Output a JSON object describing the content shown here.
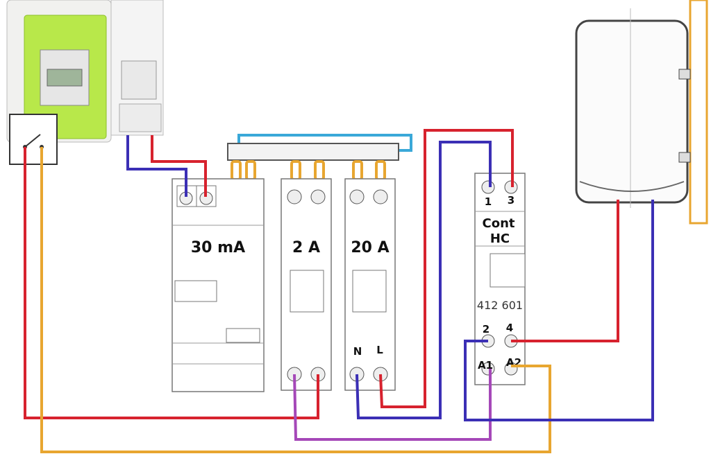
{
  "rcd": {
    "label": "30 mA"
  },
  "breaker_2a": {
    "label": "2 A"
  },
  "breaker_20a": {
    "label": "20 A",
    "terminal_n": "N",
    "terminal_l": "L"
  },
  "contactor": {
    "title_line1": "Cont",
    "title_line2": "HC",
    "reference": "412 601",
    "terminals": {
      "t1": "1",
      "t3": "3",
      "t2": "2",
      "t4": "4",
      "a1": "A1",
      "a2": "A2"
    }
  },
  "colors": {
    "phase": "#d7222e",
    "neutral": "#3b2fb5",
    "control": "#e8a630",
    "coil": "#a548b8",
    "busbar_neutral": "#3aa8d8",
    "meter_green": "#b8e84a",
    "icons": [
      "electric-meter-icon",
      "switch-icon",
      "water-heater-icon"
    ]
  }
}
